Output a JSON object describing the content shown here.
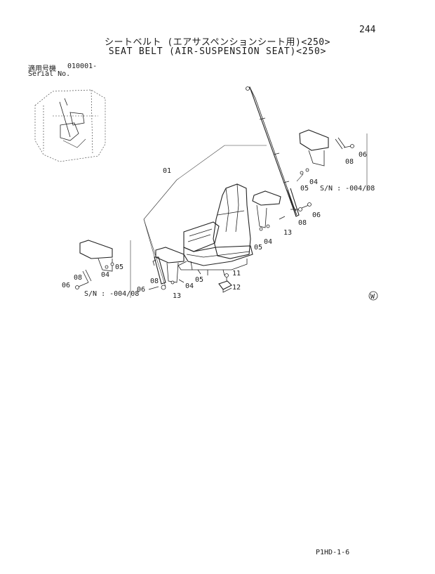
{
  "header": {
    "page_number": "244",
    "title_jp": "シートベルト (エアサスペンションシート用)<250>",
    "title_en": "SEAT BELT (AIR-SUSPENSION SEAT)<250>"
  },
  "serial": {
    "label_jp": "適用号機",
    "value": "010001-",
    "label_en": "Serial No."
  },
  "callouts": {
    "c01": "01",
    "c04a": "04",
    "c05a": "05",
    "c06a": "06",
    "c08a": "08",
    "c04b": "04",
    "c05b": "05",
    "c06b": "06",
    "c08b": "08",
    "c04c": "04",
    "c05c": "05",
    "c06c": "06",
    "c08c": "08",
    "c04d": "04",
    "c05d": "05",
    "c06d": "06",
    "c08d": "08",
    "c11": "11",
    "c12": "12",
    "c13a": "13",
    "c13b": "13",
    "sn_right": "S/N : -004/08",
    "sn_left": "S/N : -004/08",
    "w_mark": "W"
  },
  "footer": {
    "code": "P1HD-1-6"
  }
}
